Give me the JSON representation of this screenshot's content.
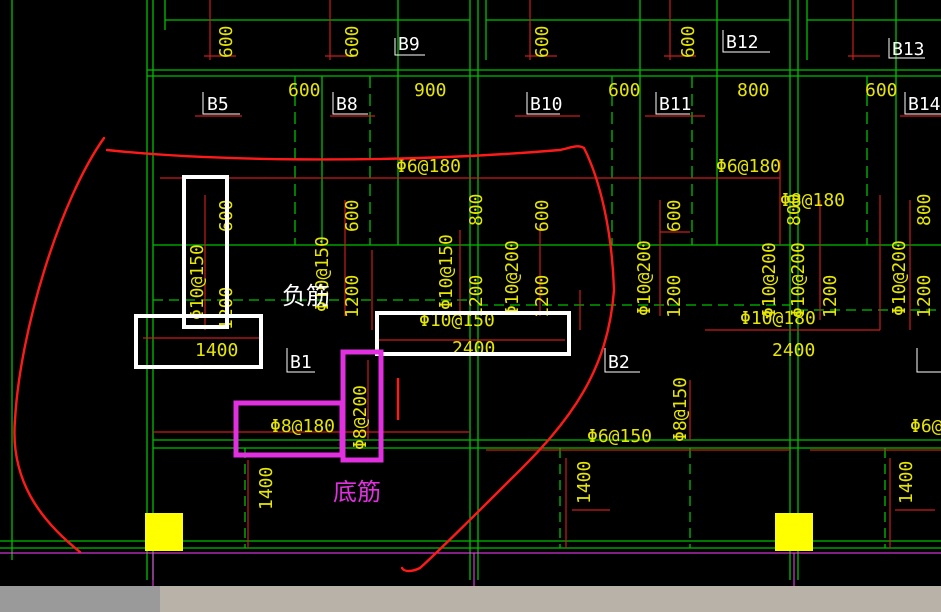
{
  "colors": {
    "background": "#000000",
    "grid_green": "#00c000",
    "rebar_red": "#c81e1e",
    "text_yellow": "#e6e600",
    "label_white": "#ffffff",
    "annotation_red": "#ff1a1a",
    "highlight_white": "#ffffff",
    "highlight_magenta": "#e030e0",
    "axis_magenta": "#ff40ff",
    "column_yellow": "#ffff00",
    "status_gray": "#9a9a9a"
  },
  "slabs": [
    {
      "id": "b1",
      "label": "B1"
    },
    {
      "id": "b2",
      "label": "B2"
    },
    {
      "id": "b5",
      "label": "B5"
    },
    {
      "id": "b8",
      "label": "B8"
    },
    {
      "id": "b9",
      "label": "B9"
    },
    {
      "id": "b10",
      "label": "B10"
    },
    {
      "id": "b11",
      "label": "B11"
    },
    {
      "id": "b12",
      "label": "B12"
    },
    {
      "id": "b13",
      "label": "B13"
    },
    {
      "id": "b14",
      "label": "B14"
    }
  ],
  "rebar_labels": {
    "neg_150_a": "Φ10@150",
    "neg_150_b": "Φ10@150",
    "neg_150_c": "Φ10@150",
    "neg_150_d": "Φ10@150",
    "neg_200_a": "Φ10@200",
    "neg_200_b": "Φ10@200",
    "neg_200_c": "Φ10@200",
    "neg_200_d": "Φ10@200",
    "neg_200_e": "Φ10@200",
    "neg_180": "Φ10@180",
    "dist_180_a": "Φ6@180",
    "dist_180_b": "Φ6@180",
    "dist_180_c": "Φ8@180",
    "bottom_180": "Φ8@180",
    "bottom_200": "Φ8@200",
    "bottom_150_a": "Φ6@150",
    "bottom_150_b": "Φ8@150",
    "bottom_150_c": "Φ6@"
  },
  "dimension_labels": {
    "d600_a": "600",
    "d600_b": "600",
    "d600_c": "600",
    "d600_d": "600",
    "d600_e": "600",
    "d600_f": "600",
    "d600_g": "600",
    "d600_h": "600",
    "d600_i": "600",
    "d600_j": "600",
    "d600_k": "600",
    "d800_a": "800",
    "d800_b": "800",
    "d800_c": "800",
    "d1200_a": "1200",
    "d1200_b": "1200",
    "d1200_c": "1200",
    "d1200_d": "1200",
    "d1200_e": "1200",
    "d1200_f": "1200",
    "d1200_g": "1200",
    "d1400_h": "1400",
    "d1400_a": "1400",
    "d1400_b": "1400",
    "d1400_c": "1400",
    "d2400_a": "2400",
    "d2400_b": "2400",
    "d900": "900",
    "d800_pair": "800"
  },
  "annotations": {
    "negative_rebar": "负筋",
    "bottom_rebar": "底筋"
  }
}
